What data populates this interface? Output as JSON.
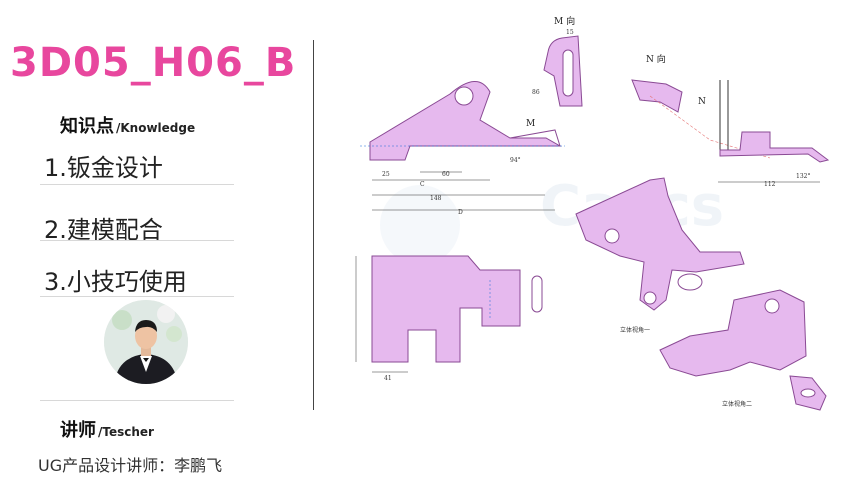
{
  "course": {
    "code": "3D05_H06_B"
  },
  "knowledge": {
    "title": "知识点",
    "subtitle": "/Knowledge"
  },
  "points": [
    "1.钣金设计",
    "2.建模配合",
    "3.小技巧使用"
  ],
  "teacher": {
    "title": "讲师",
    "subtitle": "/Tescher",
    "name": "UG产品设计讲师：李鹏飞"
  },
  "drawing": {
    "view_m": "M 向",
    "view_n": "N 向",
    "label_m": "M",
    "label_n": "N",
    "iso1": "立体视角一",
    "iso2": "立体视角二",
    "dims": {
      "d148": "148",
      "dD": "D",
      "dC": "C",
      "d60": "60",
      "d25": "25",
      "d112": "112",
      "d132": "132°",
      "d41": "41",
      "d94": "94°",
      "d15": "15",
      "d86": "86"
    }
  },
  "colors": {
    "accent": "#e8479e",
    "part": "#e6b9ee",
    "part_edge": "#8a4a94"
  }
}
